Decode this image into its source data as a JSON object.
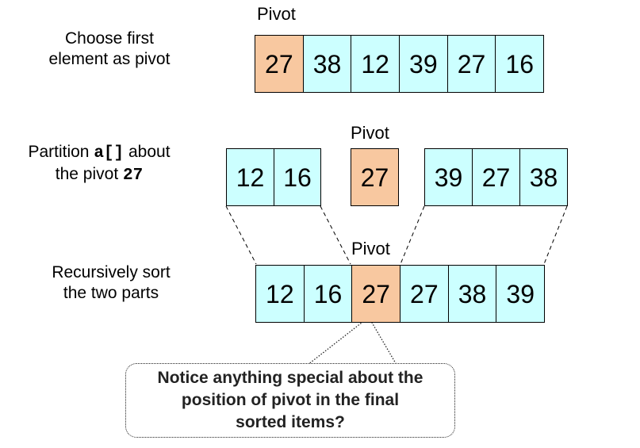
{
  "steps": [
    {
      "label_lines": [
        "Choose first",
        "element as pivot"
      ]
    },
    {
      "label_line1_prefix": "Partition ",
      "label_line1_code": "a[]",
      "label_line1_suffix": " about",
      "label_line2_prefix": "the pivot ",
      "label_line2_code": "27"
    },
    {
      "label_lines": [
        "Recursively sort",
        "the two parts"
      ]
    }
  ],
  "pivot_caption": "Pivot",
  "rows": {
    "initial": [
      {
        "value": "27",
        "pivot": true
      },
      {
        "value": "38",
        "pivot": false
      },
      {
        "value": "12",
        "pivot": false
      },
      {
        "value": "39",
        "pivot": false
      },
      {
        "value": "27",
        "pivot": false
      },
      {
        "value": "16",
        "pivot": false
      }
    ],
    "left_part": [
      {
        "value": "12",
        "pivot": false
      },
      {
        "value": "16",
        "pivot": false
      }
    ],
    "pivot_part": [
      {
        "value": "27",
        "pivot": true
      }
    ],
    "right_part": [
      {
        "value": "39",
        "pivot": false
      },
      {
        "value": "27",
        "pivot": false
      },
      {
        "value": "38",
        "pivot": false
      }
    ],
    "sorted": [
      {
        "value": "12",
        "pivot": false
      },
      {
        "value": "16",
        "pivot": false
      },
      {
        "value": "27",
        "pivot": true
      },
      {
        "value": "27",
        "pivot": false
      },
      {
        "value": "38",
        "pivot": false
      },
      {
        "value": "39",
        "pivot": false
      }
    ]
  },
  "callout": {
    "lines": [
      "Notice anything special about the",
      "position of pivot in the final",
      "sorted items?"
    ]
  },
  "colors": {
    "cell": "#ccffff",
    "pivot_cell": "#f8c8a0",
    "border": "#000000"
  }
}
